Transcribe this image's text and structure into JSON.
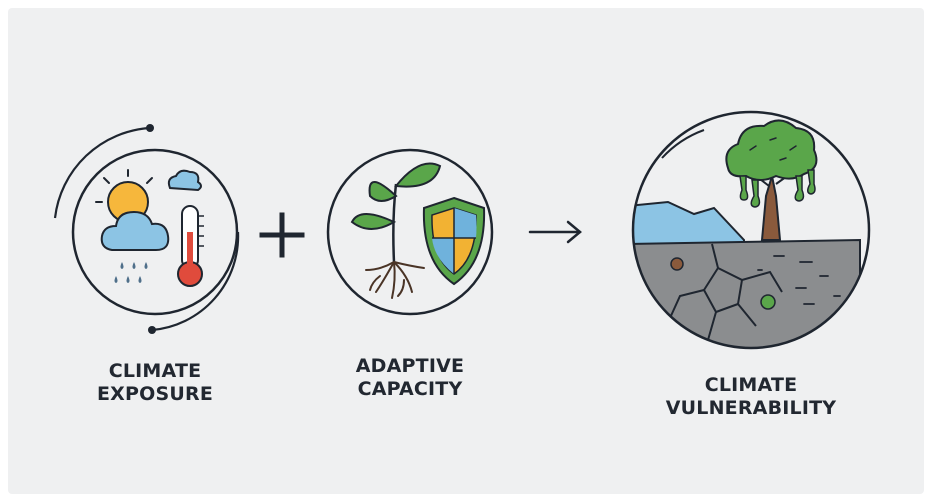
{
  "panels": {
    "exposure": {
      "line1": "CLIMATE",
      "line2": "EXPOSURE",
      "icons": [
        "sun-icon",
        "cloud-icon",
        "rain-icon",
        "thermometer-icon"
      ]
    },
    "capacity": {
      "line1": "ADAPTIVE",
      "line2": "CAPACITY",
      "icons": [
        "plant-icon",
        "roots-icon",
        "shield-icon"
      ]
    },
    "vulnerability": {
      "line1": "CLIMATE",
      "line2": "VULNERABILITY",
      "icons": [
        "tree-icon",
        "glacier-icon",
        "cracked-earth-icon"
      ]
    }
  },
  "operators": {
    "plus": "plus-icon",
    "arrow": "arrow-right-icon"
  },
  "colors": {
    "background": "#eff0f1",
    "outline": "#1f2630",
    "sun": "#f6b73c",
    "cloud": "#8cc4e4",
    "rain": "#4f6f8a",
    "thermo_red": "#e04b3c",
    "leaf_green": "#5aa64a",
    "shield_orange": "#f2b233",
    "shield_blue": "#6fb2dc",
    "soil_gray": "#8b8d8f",
    "tree_trunk": "#8a5a3c"
  }
}
